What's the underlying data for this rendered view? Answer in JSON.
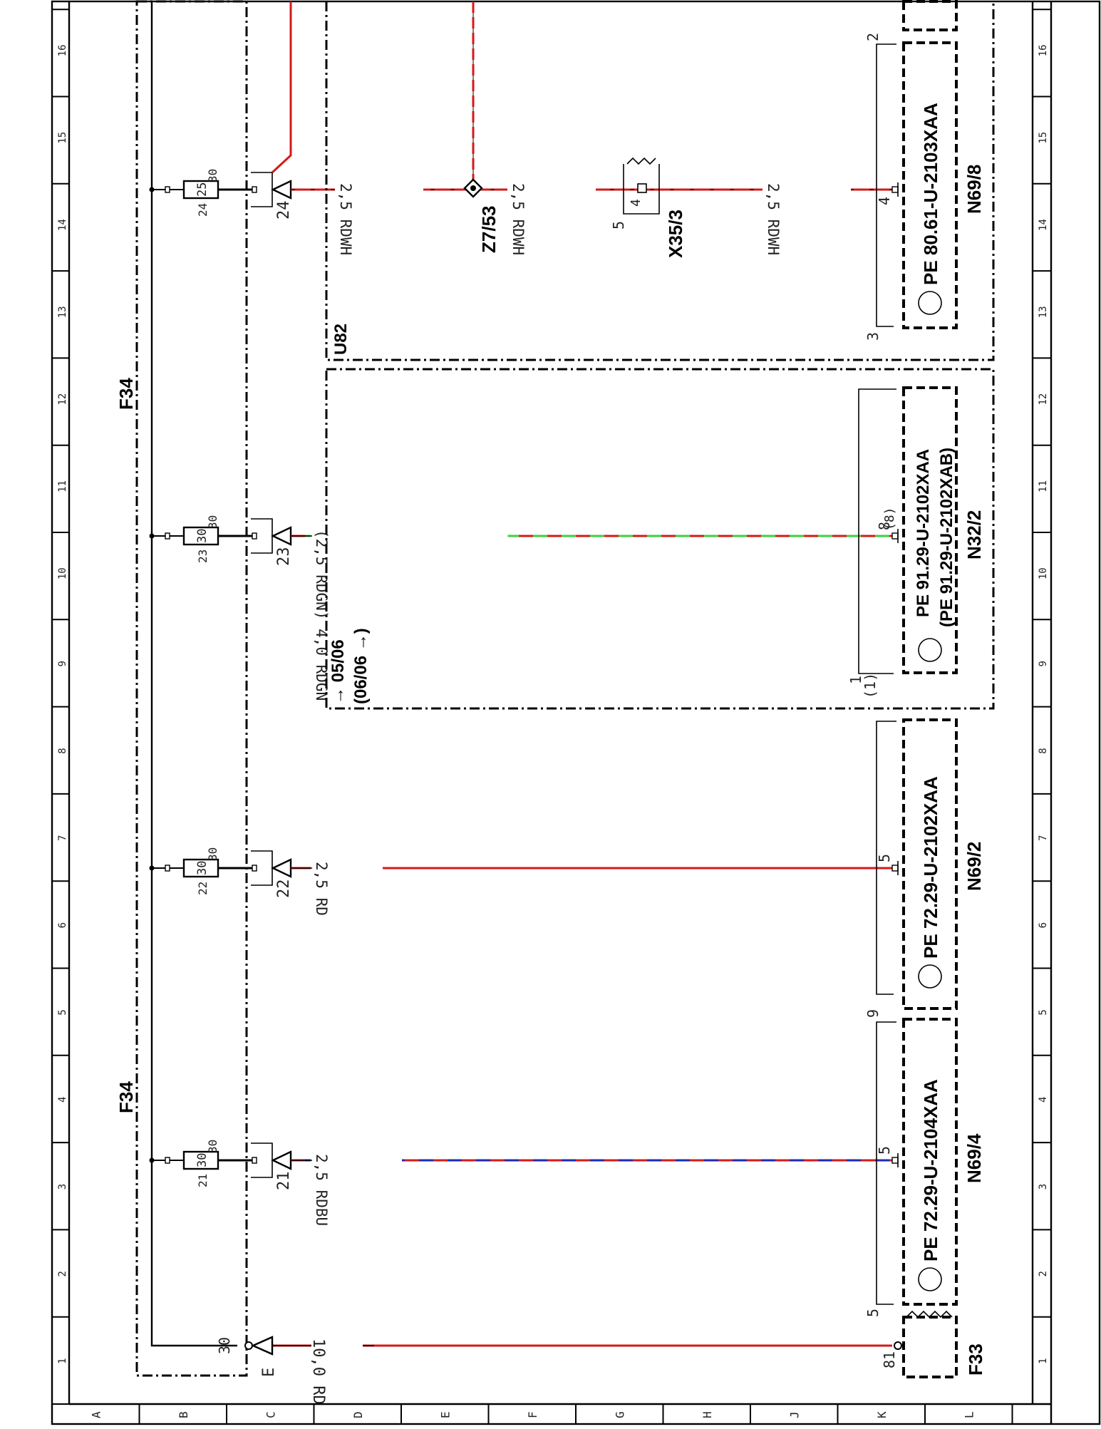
{
  "colors": {
    "red": "#d51a1a",
    "blue": "#1c28b4",
    "green": "#3ed13e",
    "black": "#000000",
    "gray": "#707070"
  },
  "grid": {
    "columns": [
      "1",
      "2",
      "3",
      "4",
      "5",
      "6",
      "7",
      "8",
      "9",
      "10",
      "11",
      "12",
      "13",
      "14",
      "15",
      "16"
    ],
    "rows": [
      "A",
      "B",
      "C",
      "D",
      "E",
      "F",
      "G",
      "H",
      "J",
      "K",
      "L"
    ]
  },
  "fuse_block": {
    "label_top": "F34",
    "label_bottom": "F34"
  },
  "feed": {
    "terminal": "30",
    "letter": "E",
    "wire": "10,0 RD",
    "source_pin": "81",
    "source": "F33"
  },
  "fuses": [
    {
      "number": "21",
      "rating": "30",
      "terminal": "30",
      "out": "21",
      "wire": "2,5 RDBU",
      "pin": "5",
      "color_key": "blue"
    },
    {
      "number": "22",
      "rating": "30",
      "terminal": "30",
      "out": "22",
      "wire": "2,5 RD",
      "pin": "5",
      "color_key": "red"
    },
    {
      "number": "23",
      "rating": "30",
      "terminal": "30",
      "out": "23",
      "wire": "(2,5 RDGN) 4,0 RDGN",
      "pin": "8",
      "pin_alt": "(8)",
      "color_key": "green"
    },
    {
      "number": "24",
      "rating": "25",
      "terminal": "30",
      "out": "24",
      "wire_a": "2,5 RDWH",
      "wire_b": "2,5 RDWH",
      "wire_c": "2,5 RDWH",
      "pin": "4",
      "color_key": "white"
    }
  ],
  "devices": {
    "n69_4": {
      "name": "N69/4",
      "ref": "PE  72.29-U-2104XAA",
      "pin_top": "5"
    },
    "n69_2": {
      "name": "N69/2",
      "ref": "PE  72.29-U-2102XAA",
      "pin_top": "9"
    },
    "n32_2": {
      "name": "N32/2",
      "ref": "PE  91.29-U-2102XAA",
      "ref_alt": "(PE  91.29-U-2102XAB)",
      "pin_top": "1",
      "pin_top_alt": "(1)"
    },
    "n69_8": {
      "name": "N69/8",
      "ref": "PE  80.61-U-2103XAA",
      "pin_top": "3",
      "pin_bottom": "2"
    }
  },
  "boxes": {
    "date_box": {
      "line1": "→ 05/06",
      "line2": "(06/06 →)"
    },
    "u82": {
      "label": "U82"
    }
  },
  "splice": {
    "label": "Z7/53"
  },
  "connector": {
    "label": "X35/3",
    "pin_in": "4",
    "pin_side": "5"
  }
}
